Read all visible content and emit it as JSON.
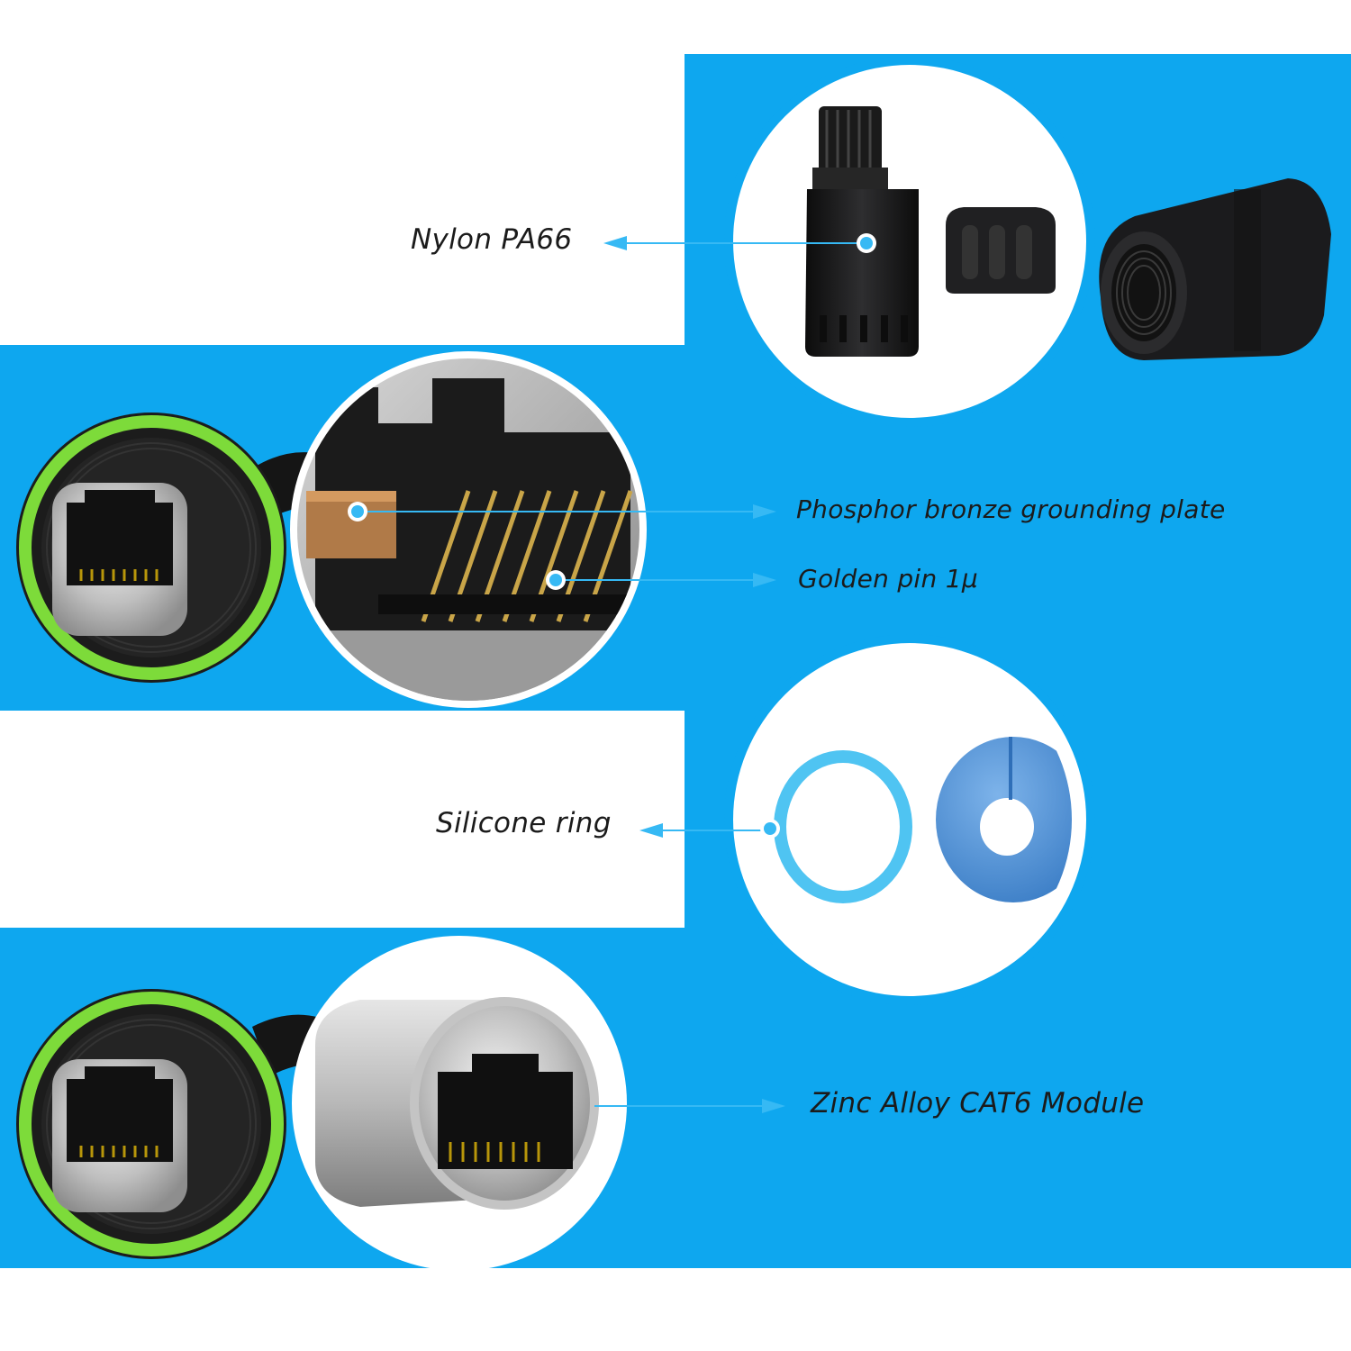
{
  "colors": {
    "accent": "#0ea7ef",
    "accent_light": "#36b9f4",
    "black_plastic": "#1c1c1e",
    "seal_green": "#7ddb3a",
    "silicone_blue": "#4fc4f2",
    "grommet_blue": "#4d8fd6",
    "metal": "#c9c9c9"
  },
  "callouts": {
    "nylon": "Nylon PA66",
    "grounding_plate": "Phosphor bronze grounding plate",
    "golden_pin": "Golden pin 1μ",
    "silicone_ring": "Silicone ring",
    "zinc_module": "Zinc Alloy CAT6 Module"
  },
  "icons": {
    "arrow": "arrowhead",
    "dot": "callout-dot"
  }
}
